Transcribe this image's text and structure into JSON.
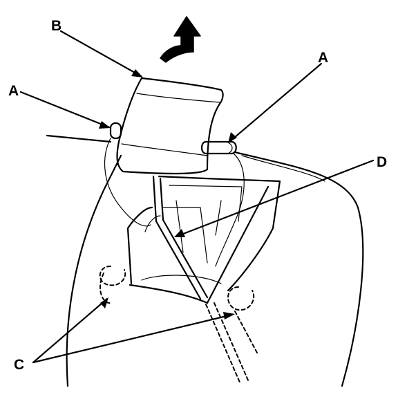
{
  "labels": {
    "a_left": "A",
    "a_right": "A",
    "b": "B",
    "c": "C",
    "d": "D"
  },
  "colors": {
    "ink": "#000000",
    "background": "#ffffff"
  }
}
